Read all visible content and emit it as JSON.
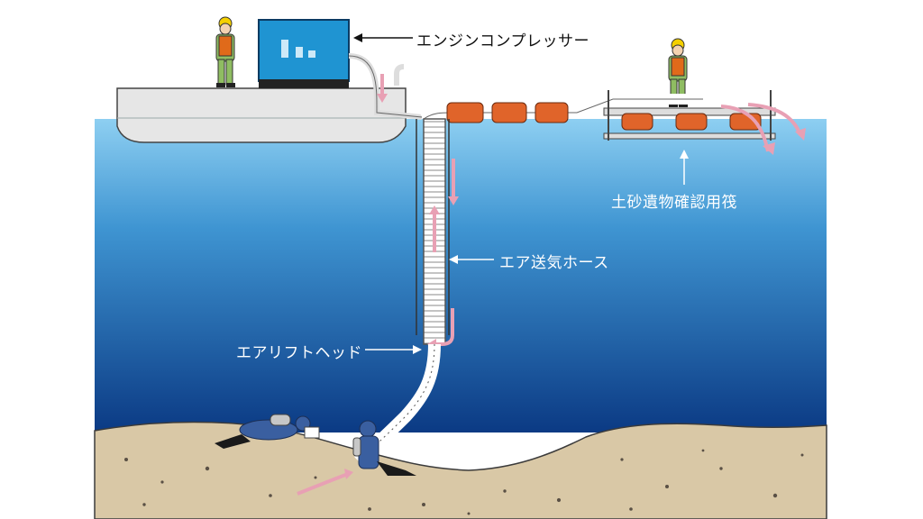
{
  "labels": {
    "engine_compressor": "エンジンコンプレッサー",
    "sediment_raft": "土砂遺物確認用筏",
    "air_hose": "エア送気ホース",
    "airlift_head": "エアリフトヘッド"
  },
  "colors": {
    "water_top": "#7fc3ea",
    "water_bottom": "#0e3f8a",
    "seabed": "#d8c7a5",
    "compressor": "#1f94d2",
    "floats": "#e0642a",
    "arrows": "#e8a0b4",
    "worker_vest": "#e06a1a",
    "worker_suit": "#8fbd62",
    "helmet": "#f5d000"
  },
  "icons": [
    "worker-icon",
    "compressor-icon",
    "diver-icon",
    "flow-arrow-icon"
  ]
}
